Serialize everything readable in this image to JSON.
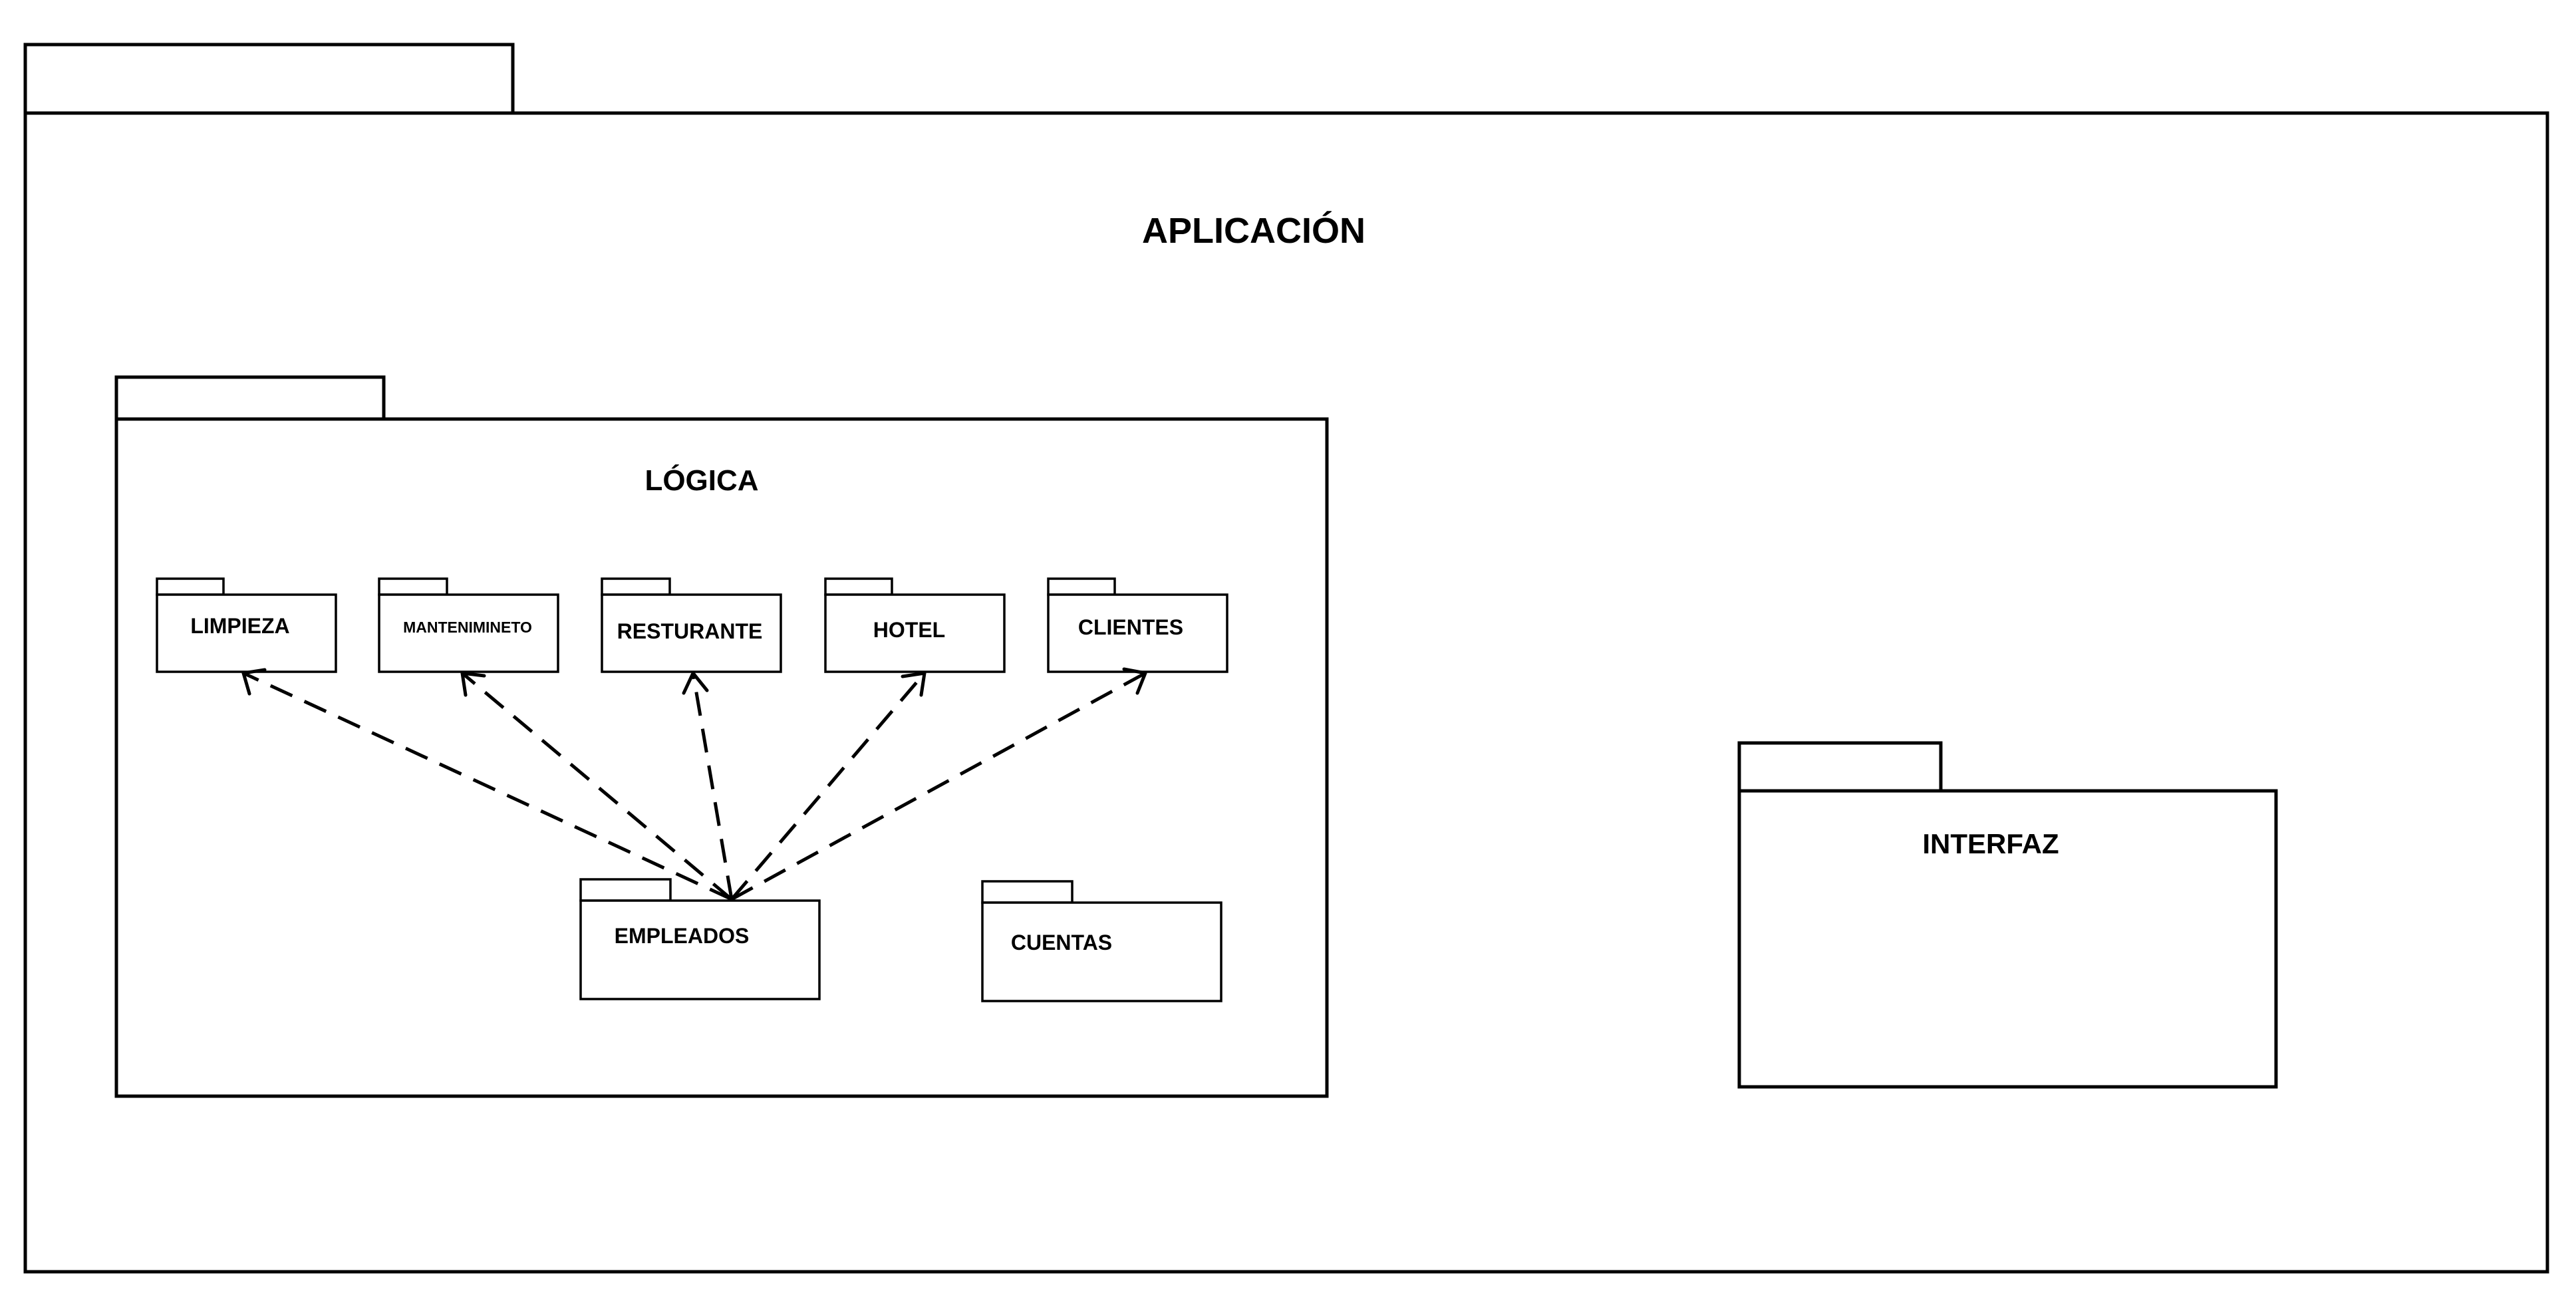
{
  "packages": {
    "aplicacion": {
      "label": "APLICACIÓN"
    },
    "logica": {
      "label": "LÓGICA"
    },
    "interfaz": {
      "label": "INTERFAZ"
    },
    "limpieza": {
      "label": "LIMPIEZA"
    },
    "mantenimiento": {
      "label": "MANTENIMINETO"
    },
    "restaurante": {
      "label": "RESTURANTE"
    },
    "hotel": {
      "label": "HOTEL"
    },
    "clientes": {
      "label": "CLIENTES"
    },
    "empleados": {
      "label": "EMPLEADOS"
    },
    "cuentas": {
      "label": "CUENTAS"
    }
  },
  "dependencies": [
    {
      "from": "empleados",
      "to": "limpieza",
      "style": "dashed"
    },
    {
      "from": "empleados",
      "to": "mantenimiento",
      "style": "dashed"
    },
    {
      "from": "empleados",
      "to": "restaurante",
      "style": "dashed"
    },
    {
      "from": "empleados",
      "to": "hotel",
      "style": "dashed"
    },
    {
      "from": "empleados",
      "to": "clientes",
      "style": "dashed"
    }
  ]
}
